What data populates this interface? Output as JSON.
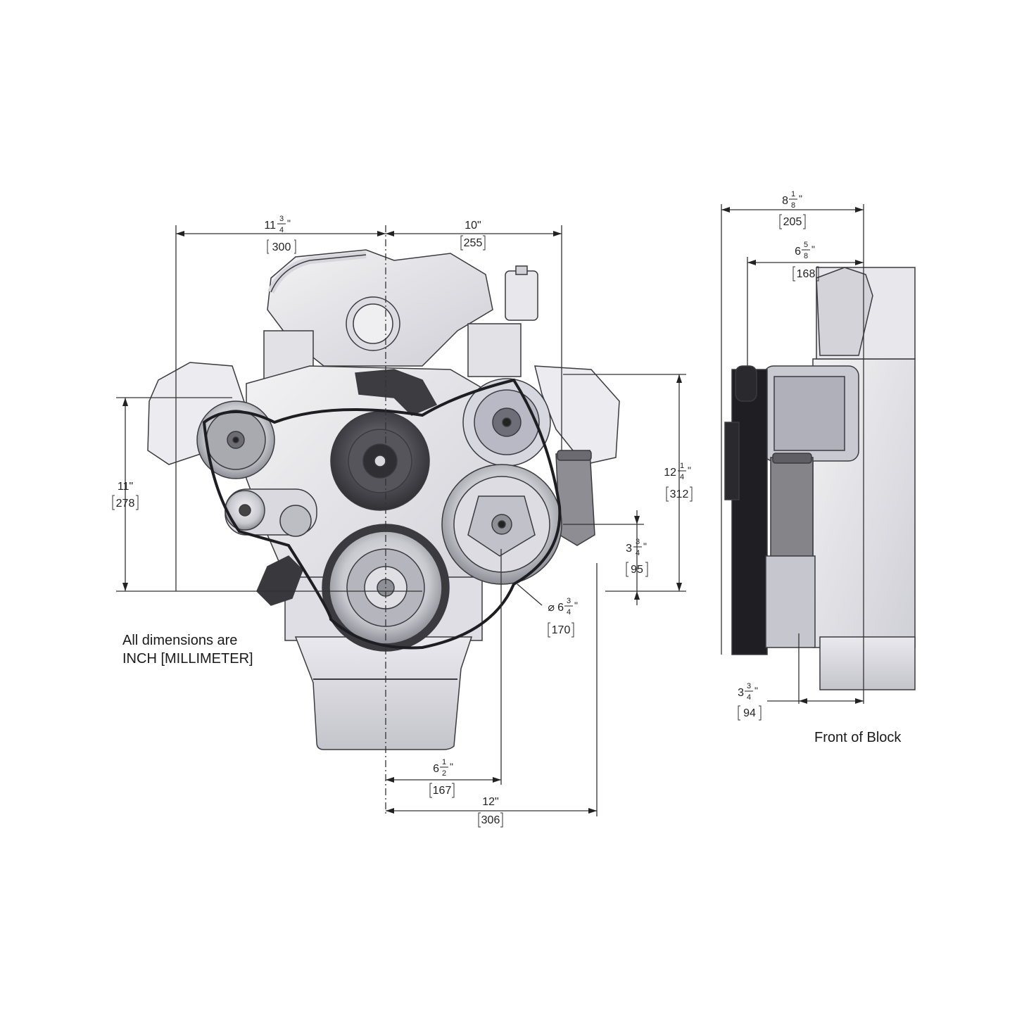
{
  "notes": {
    "units_line1": "All dimensions are",
    "units_line2": "INCH [MILLIMETER]",
    "side_view_label": "Front of Block"
  },
  "dimensions": {
    "overall_left_width": {
      "whole": "11",
      "num": "3",
      "den": "4",
      "unit": "\"",
      "mm": "300"
    },
    "overall_right_width": {
      "text": "10\"",
      "mm": "255"
    },
    "left_height": {
      "text": "11\"",
      "mm": "278"
    },
    "right_height": {
      "whole": "12",
      "num": "1",
      "den": "4",
      "unit": "\"",
      "mm": "312"
    },
    "pump_offset": {
      "whole": "3",
      "num": "3",
      "den": "4",
      "unit": "\"",
      "mm": "95"
    },
    "pulley_diameter": {
      "prefix": "⌀",
      "whole": "6",
      "num": "3",
      "den": "4",
      "unit": "\"",
      "mm": "170"
    },
    "bottom_inner": {
      "whole": "6",
      "num": "1",
      "den": "2",
      "unit": "\"",
      "mm": "167"
    },
    "bottom_outer": {
      "text": "12\"",
      "mm": "306"
    },
    "side_total_depth": {
      "whole": "8",
      "num": "1",
      "den": "8",
      "unit": "\"",
      "mm": "205"
    },
    "side_inner_depth": {
      "whole": "6",
      "num": "5",
      "den": "8",
      "unit": "\"",
      "mm": "168"
    },
    "side_bottom_offset": {
      "whole": "3",
      "num": "3",
      "den": "4",
      "unit": "\"",
      "mm": "94"
    }
  },
  "colors": {
    "line": "#333333",
    "metal_light": "#e6e6e8",
    "metal_mid": "#b9b9c0",
    "metal_dark": "#6b6b72",
    "black": "#1c1c1f"
  }
}
